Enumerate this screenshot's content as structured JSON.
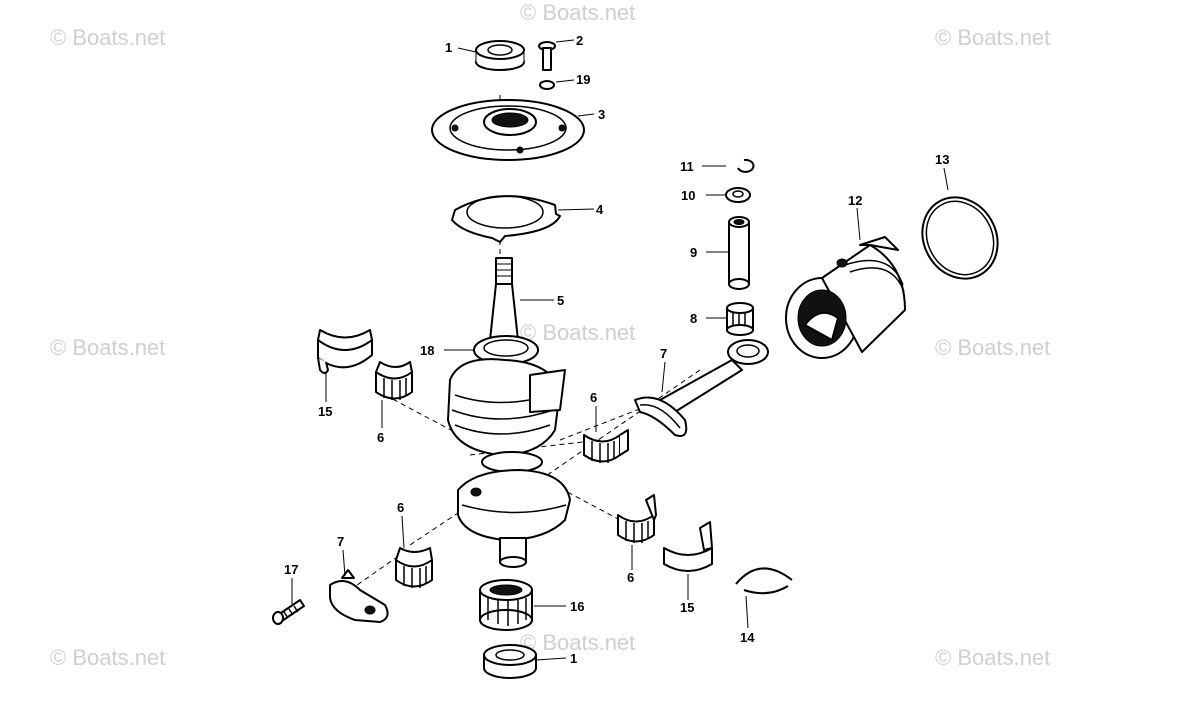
{
  "watermark": "© Boats.net",
  "callouts": {
    "c1_top": "1",
    "c2": "2",
    "c19": "19",
    "c3": "3",
    "c4": "4",
    "c5": "5",
    "c18": "18",
    "c15_left": "15",
    "c6_left": "6",
    "c7_rod": "7",
    "c6_mid": "6",
    "c11": "11",
    "c10": "10",
    "c9": "9",
    "c8": "8",
    "c12": "12",
    "c13": "13",
    "c6_lower": "6",
    "c7_cap": "7",
    "c17": "17",
    "c16": "16",
    "c1_bottom": "1",
    "c6_right": "6",
    "c15_right": "15",
    "c14": "14"
  }
}
